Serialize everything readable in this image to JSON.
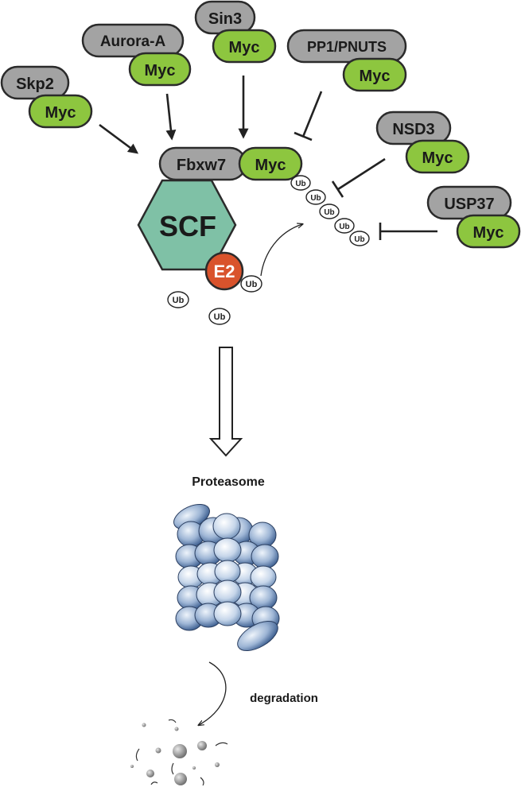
{
  "labels": {
    "skp2": "Skp2",
    "aurora": "Aurora-A",
    "sin3": "Sin3",
    "pp1": "PP1/PNUTS",
    "nsd3": "NSD3",
    "usp37": "USP37",
    "fbxw7": "Fbxw7",
    "myc": "Myc",
    "scf": "SCF",
    "e2": "E2",
    "ub": "Ub",
    "proteasome": "Proteasome",
    "degradation": "degradation"
  },
  "colors": {
    "gray_protein": "#a3a3a3",
    "myc_green": "#8dc63f",
    "scf_teal": "#7fc1a6",
    "e2_red": "#d9532c",
    "proteasome_blue": "#4a6fa0"
  },
  "regulators": {
    "activators": [
      "Skp2",
      "Aurora-A",
      "Sin3"
    ],
    "inhibitors": [
      "PP1/PNUTS",
      "NSD3",
      "USP37"
    ]
  }
}
